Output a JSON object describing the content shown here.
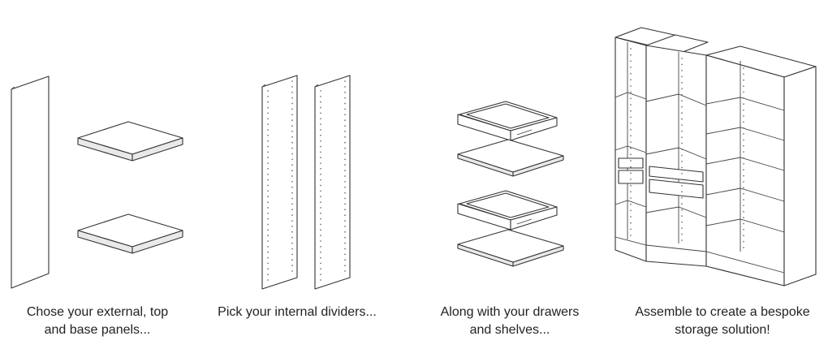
{
  "steps": [
    {
      "id": "panels",
      "line1": "Chose your external, top",
      "line2": "and base panels...",
      "icon": "panel-set-icon"
    },
    {
      "id": "dividers",
      "line1": "Pick your internal dividers...",
      "line2": "",
      "icon": "divider-panels-icon"
    },
    {
      "id": "drawers",
      "line1": "Along with your drawers",
      "line2": "and shelves...",
      "icon": "drawer-shelf-icon"
    },
    {
      "id": "assemble",
      "line1": "Assemble to create a bespoke",
      "line2": "storage solution!",
      "icon": "assembled-wardrobe-icon"
    }
  ],
  "colors": {
    "line": "#333333",
    "text": "#222222",
    "background": "#ffffff"
  }
}
